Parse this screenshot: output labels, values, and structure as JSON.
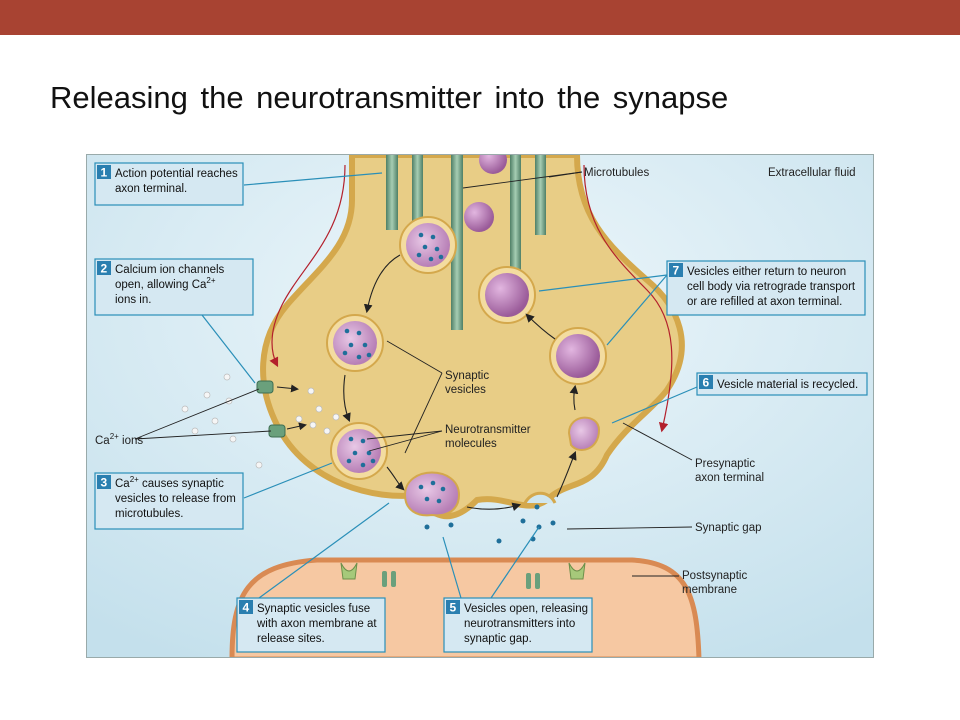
{
  "slide": {
    "title": "Releasing the neurotransmitter into the synapse"
  },
  "colors": {
    "header_bar": "#a84332",
    "cytoplasm": "#e8cd86",
    "vesicle": "#c99ac8",
    "neurotransmitter": "#1f6f9a",
    "callout_box": "#d5e8f2",
    "number_badge": "#2a7fb0",
    "postsynaptic": "#f6c8a2",
    "background_fluid": "#cfe6ef"
  },
  "diagram": {
    "labels": {
      "microtubules": "Microtubules",
      "extracellular_fluid": "Extracellular fluid",
      "synaptic_vesicles_1": "Synaptic",
      "synaptic_vesicles_2": "vesicles",
      "neurotransmitter_1": "Neurotransmitter",
      "neurotransmitter_2": "molecules",
      "ca_ions": "Ca",
      "ca_ions_sup": "2+",
      "ca_ions_tail": " ions",
      "presynaptic_1": "Presynaptic",
      "presynaptic_2": "axon terminal",
      "synaptic_gap": "Synaptic gap",
      "postsynaptic_1": "Postsynaptic",
      "postsynaptic_2": "membrane"
    },
    "steps": [
      {
        "num": "1",
        "lines": [
          "Action potential reaches",
          "axon terminal."
        ]
      },
      {
        "num": "2",
        "lines": [
          "Calcium ion channels",
          "open, allowing Ca",
          "ions in."
        ],
        "sup": "2+"
      },
      {
        "num": "3",
        "lines": [
          "Ca",
          " causes synaptic",
          "vesicles to release from",
          "microtubules."
        ],
        "sup": "2+"
      },
      {
        "num": "4",
        "lines": [
          "Synaptic vesicles fuse",
          "with axon membrane at",
          "release sites."
        ]
      },
      {
        "num": "5",
        "lines": [
          "Vesicles open, releasing",
          "neurotransmitters into",
          "synaptic gap."
        ]
      },
      {
        "num": "6",
        "lines": [
          "Vesicle material is recycled."
        ]
      },
      {
        "num": "7",
        "lines": [
          "Vesicles either return to neuron",
          "cell body via retrograde transport",
          "or are refilled at axon terminal."
        ]
      }
    ]
  }
}
